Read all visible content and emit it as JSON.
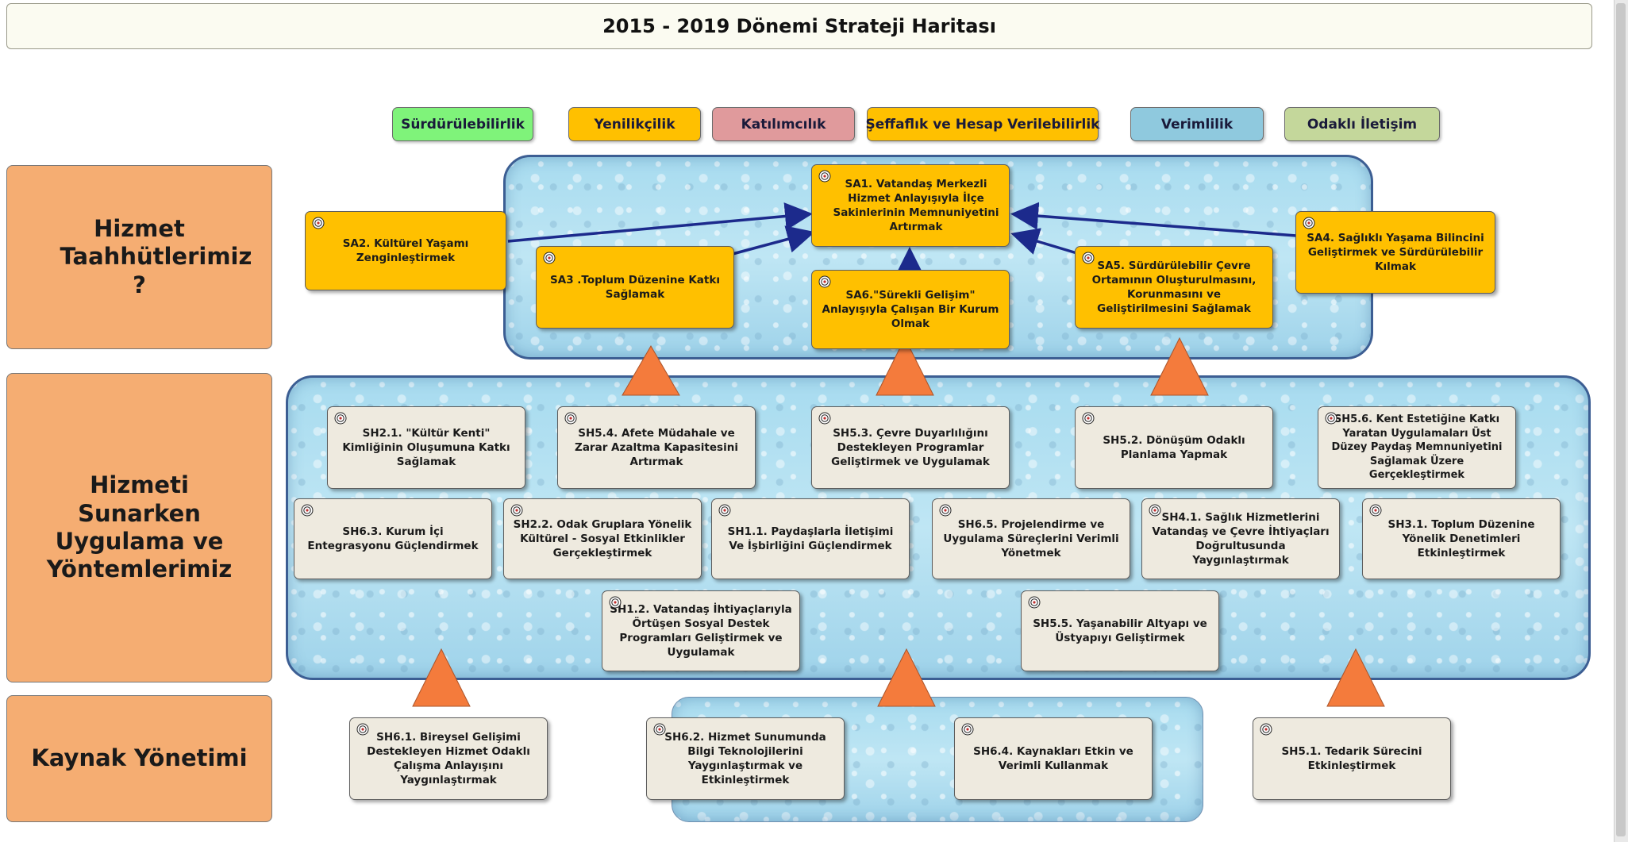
{
  "title": "2015 - 2019 Dönemi Strateji Haritası",
  "values": [
    {
      "label": "Sürdürülebilirlik",
      "color": "#7ff37a"
    },
    {
      "label": "Yenilikçilik",
      "color": "#ffc000"
    },
    {
      "label": "Katılımcılık",
      "color": "#e09a9c"
    },
    {
      "label": "Şeffaflık ve Hesap Verilebilirlik",
      "color": "#ffc000"
    },
    {
      "label": "Verimlilik",
      "color": "#8fc9de"
    },
    {
      "label": "Odaklı İletişim",
      "color": "#c4d79b"
    }
  ],
  "perspectives": [
    {
      "label": "Hizmet Taahhütlerimiz ?"
    },
    {
      "label": "Hizmeti Sunarken Uygulama ve Yöntemlerimiz"
    },
    {
      "label": "Kaynak Yönetimi"
    }
  ],
  "goals": {
    "sa1": "SA1. Vatandaş Merkezli Hizmet Anlayışıyla İlçe Sakinlerinin Memnuniyetini Artırmak",
    "sa2": "SA2. Kültürel Yaşamı Zenginleştirmek",
    "sa3": "SA3 .Toplum Düzenine Katkı Sağlamak",
    "sa4": "SA4. Sağlıklı Yaşama Bilincini Geliştirmek ve Sürdürülebilir Kılmak",
    "sa5": "SA5. Sürdürülebilir Çevre Ortamının Oluşturulmasını, Korunmasını ve Geliştirilmesini Sağlamak",
    "sa6": "SA6.\"Sürekli Gelişim\" Anlayışıyla Çalışan Bir Kurum Olmak"
  },
  "methods": {
    "sh2_1": "SH2.1. \"Kültür Kenti\" Kimliğinin Oluşumuna Katkı Sağlamak",
    "sh5_4": "SH5.4. Afete Müdahale ve Zarar Azaltma Kapasitesini Artırmak",
    "sh5_3": "SH5.3. Çevre Duyarlılığını Destekleyen Programlar Geliştirmek ve Uygulamak",
    "sh5_2": "SH5.2. Dönüşüm Odaklı Planlama Yapmak",
    "sh5_6": "SH5.6. Kent Estetiğine Katkı Yaratan Uygulamaları Üst Düzey Paydaş Memnuniyetini Sağlamak Üzere Gerçekleştirmek",
    "sh6_3": "SH6.3. Kurum İçi Entegrasyonu Güçlendirmek",
    "sh2_2": "SH2.2. Odak Gruplara Yönelik Kültürel - Sosyal Etkinlikler Gerçekleştirmek",
    "sh1_1": "SH1.1. Paydaşlarla İletişimi Ve İşbirliğini Güçlendirmek",
    "sh6_5": "SH6.5. Projelendirme ve Uygulama Süreçlerini Verimli Yönetmek",
    "sh4_1": "SH4.1. Sağlık Hizmetlerini Vatandaş ve Çevre İhtiyaçları Doğrultusunda Yaygınlaştırmak",
    "sh3_1": "SH3.1. Toplum Düzenine Yönelik Denetimleri Etkinleştirmek",
    "sh1_2": "SH1.2. Vatandaş İhtiyaçlarıyla Örtüşen Sosyal Destek Programları Geliştirmek ve Uygulamak",
    "sh5_5": "SH5.5. Yaşanabilir Altyapı ve Üstyapıyı Geliştirmek"
  },
  "resources": {
    "sh6_1": "SH6.1. Bireysel Gelişimi Destekleyen Hizmet Odaklı Çalışma Anlayışını Yaygınlaştırmak",
    "sh6_2": "SH6.2. Hizmet Sunumunda Bilgi Teknolojilerini Yaygınlaştırmak ve Etkinleştirmek",
    "sh6_4": "SH6.4. Kaynakları Etkin ve Verimli Kullanmak",
    "sh5_1": "SH5.1. Tedarik Sürecini Etkinleştirmek"
  },
  "colors": {
    "goal": "#ffc000",
    "method": "#eeeadf",
    "perspective": "#f5ad72",
    "arrow": "#1c2a8c",
    "triangle": "#f47b3c"
  },
  "icons": {
    "node": "target-icon"
  }
}
